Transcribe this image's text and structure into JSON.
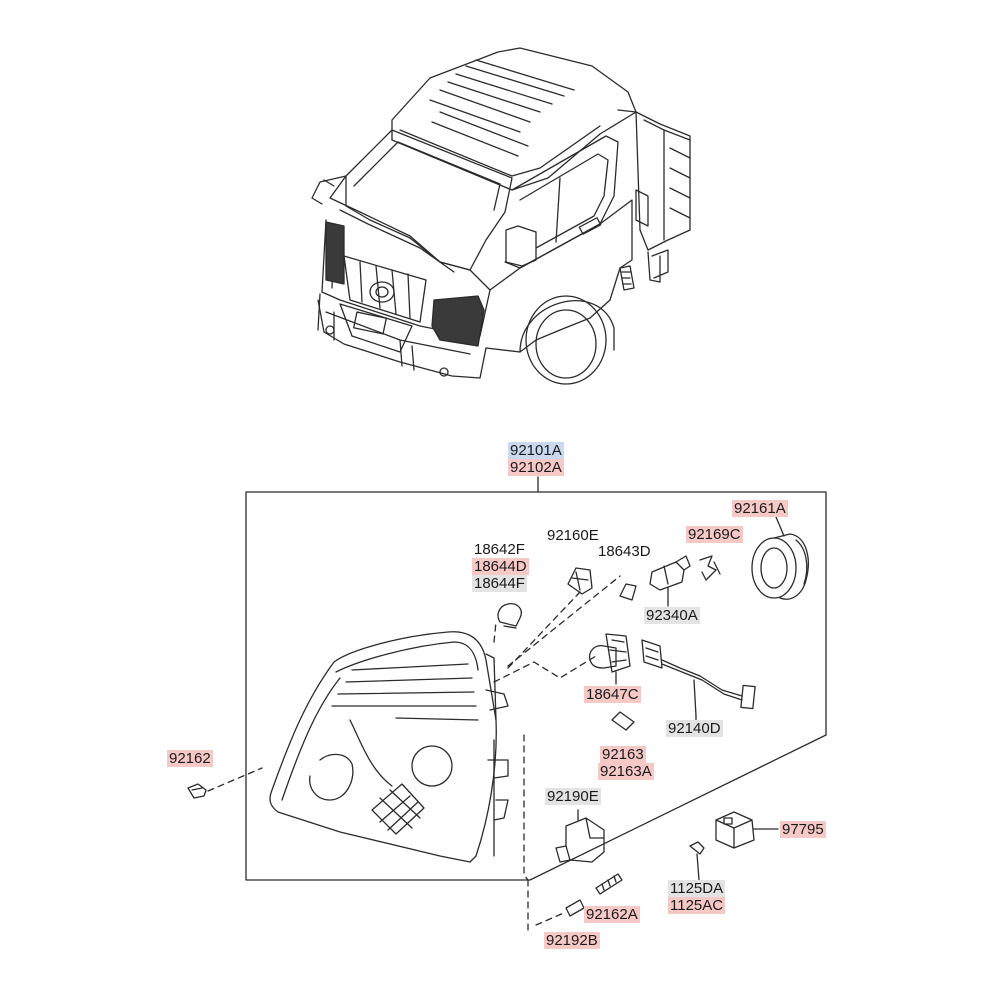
{
  "diagram": {
    "assembly": {
      "code_primary": "92101A",
      "code_secondary": "92102A"
    },
    "parts": [
      {
        "id": "p18642F",
        "code": "18642F",
        "highlight": "none"
      },
      {
        "id": "p18644D",
        "code": "18644D",
        "highlight": "red"
      },
      {
        "id": "p18644F",
        "code": "18644F",
        "highlight": "gray"
      },
      {
        "id": "p92160E",
        "code": "92160E",
        "highlight": "none"
      },
      {
        "id": "p18643D",
        "code": "18643D",
        "highlight": "none"
      },
      {
        "id": "p92169C",
        "code": "92169C",
        "highlight": "red"
      },
      {
        "id": "p92161A",
        "code": "92161A",
        "highlight": "red"
      },
      {
        "id": "p92340A",
        "code": "92340A",
        "highlight": "gray"
      },
      {
        "id": "p18647C",
        "code": "18647C",
        "highlight": "red"
      },
      {
        "id": "p92140D",
        "code": "92140D",
        "highlight": "gray"
      },
      {
        "id": "p92163",
        "code": "92163",
        "highlight": "red"
      },
      {
        "id": "p92163A",
        "code": "92163A",
        "highlight": "red"
      },
      {
        "id": "p92162",
        "code": "92162",
        "highlight": "red"
      },
      {
        "id": "p92190E",
        "code": "92190E",
        "highlight": "gray"
      },
      {
        "id": "p97795",
        "code": "97795",
        "highlight": "red"
      },
      {
        "id": "p1125DA",
        "code": "1125DA",
        "highlight": "gray"
      },
      {
        "id": "p1125AC",
        "code": "1125AC",
        "highlight": "red"
      },
      {
        "id": "p92162A",
        "code": "92162A",
        "highlight": "red"
      },
      {
        "id": "p92192B",
        "code": "92192B",
        "highlight": "red"
      }
    ],
    "colors": {
      "line": "#2b2b2b",
      "highlight_red": "#f6c9c7",
      "highlight_blue": "#c9d9ef",
      "highlight_gray": "#e3e3e3",
      "dark_fill": "#3a3a3a"
    }
  }
}
